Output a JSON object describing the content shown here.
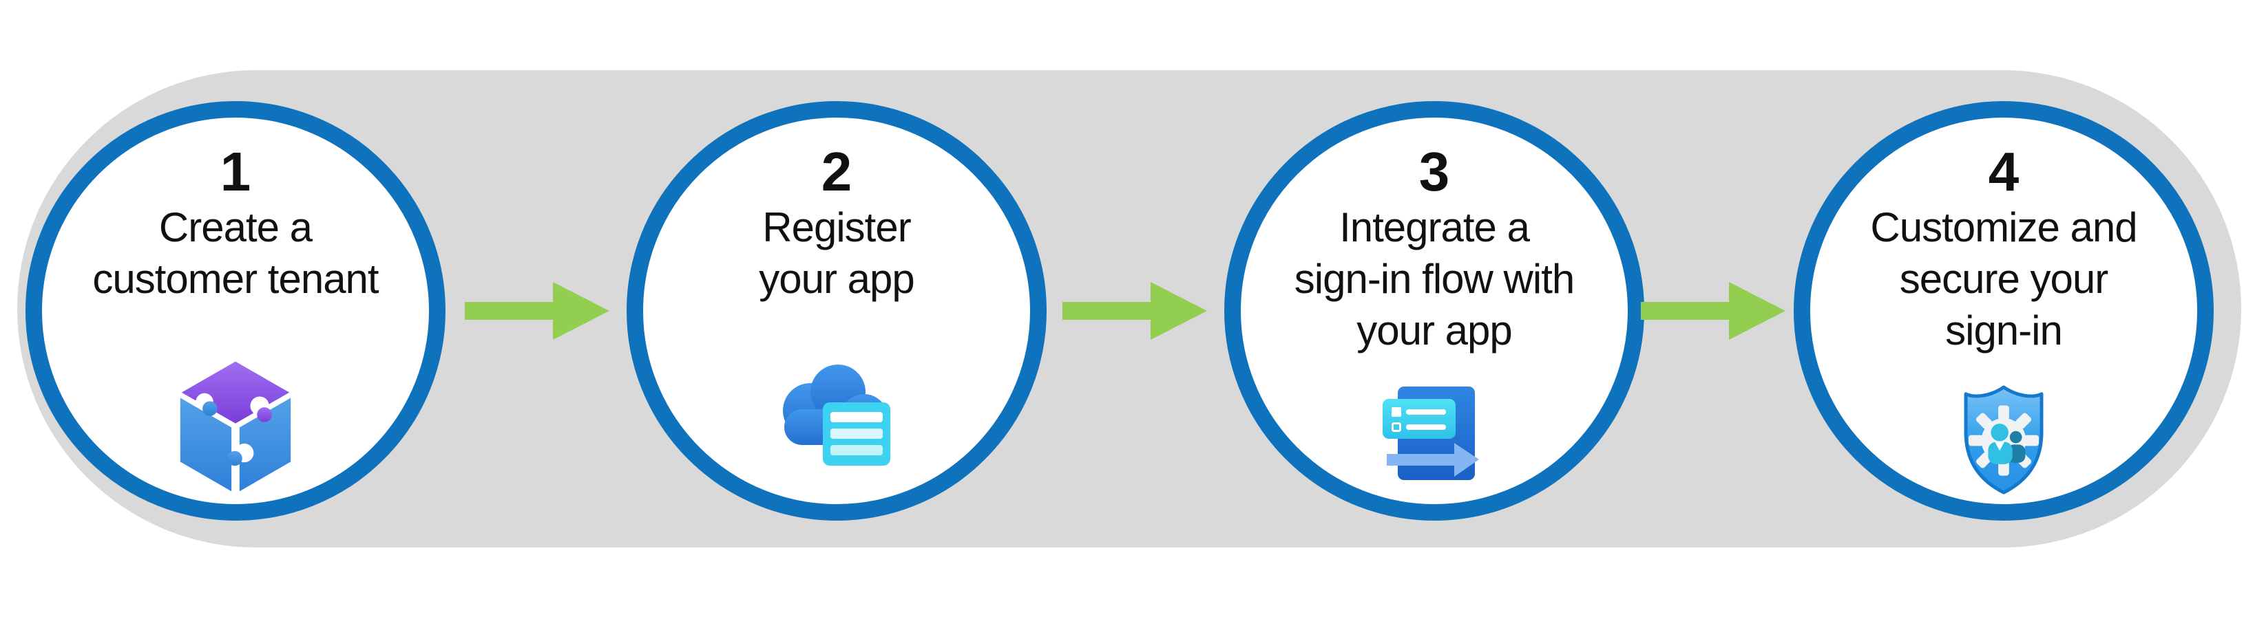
{
  "diagram": {
    "description": "Four-step sign-up flow diagram",
    "steps": [
      {
        "number": "1",
        "label": "Create a\ncustomer tenant",
        "icon": "puzzle-cube-icon"
      },
      {
        "number": "2",
        "label": "Register\nyour app",
        "icon": "cloud-register-icon"
      },
      {
        "number": "3",
        "label": "Integrate a\nsign-in flow with\nyour app",
        "icon": "sign-in-flow-icon"
      },
      {
        "number": "4",
        "label": "Customize and\nsecure your\nsign-in",
        "icon": "security-shield-icon"
      }
    ],
    "colors": {
      "track": "#d9d9d9",
      "circle_border": "#0f72bd",
      "arrow": "#92ce50",
      "text": "#111111"
    }
  }
}
